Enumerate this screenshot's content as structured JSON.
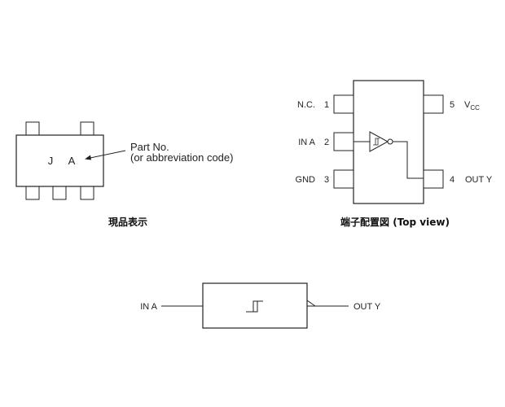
{
  "marking": {
    "code_letter_1": "J",
    "code_letter_2": "A",
    "part_no_line1": "Part No.",
    "part_no_line2": "(or abbreviation code)",
    "caption": "現品表示"
  },
  "pinout": {
    "pins": [
      {
        "name": "N.C.",
        "number": "1"
      },
      {
        "name": "IN A",
        "number": "2"
      },
      {
        "name": "GND",
        "number": "3"
      },
      {
        "name": "OUT Y",
        "number": "4"
      },
      {
        "name_main": "V",
        "name_sub": "CC",
        "number": "5"
      }
    ],
    "caption": "端子配置図 (Top view)"
  },
  "logic": {
    "input_label": "IN A",
    "output_label": "OUT Y"
  }
}
